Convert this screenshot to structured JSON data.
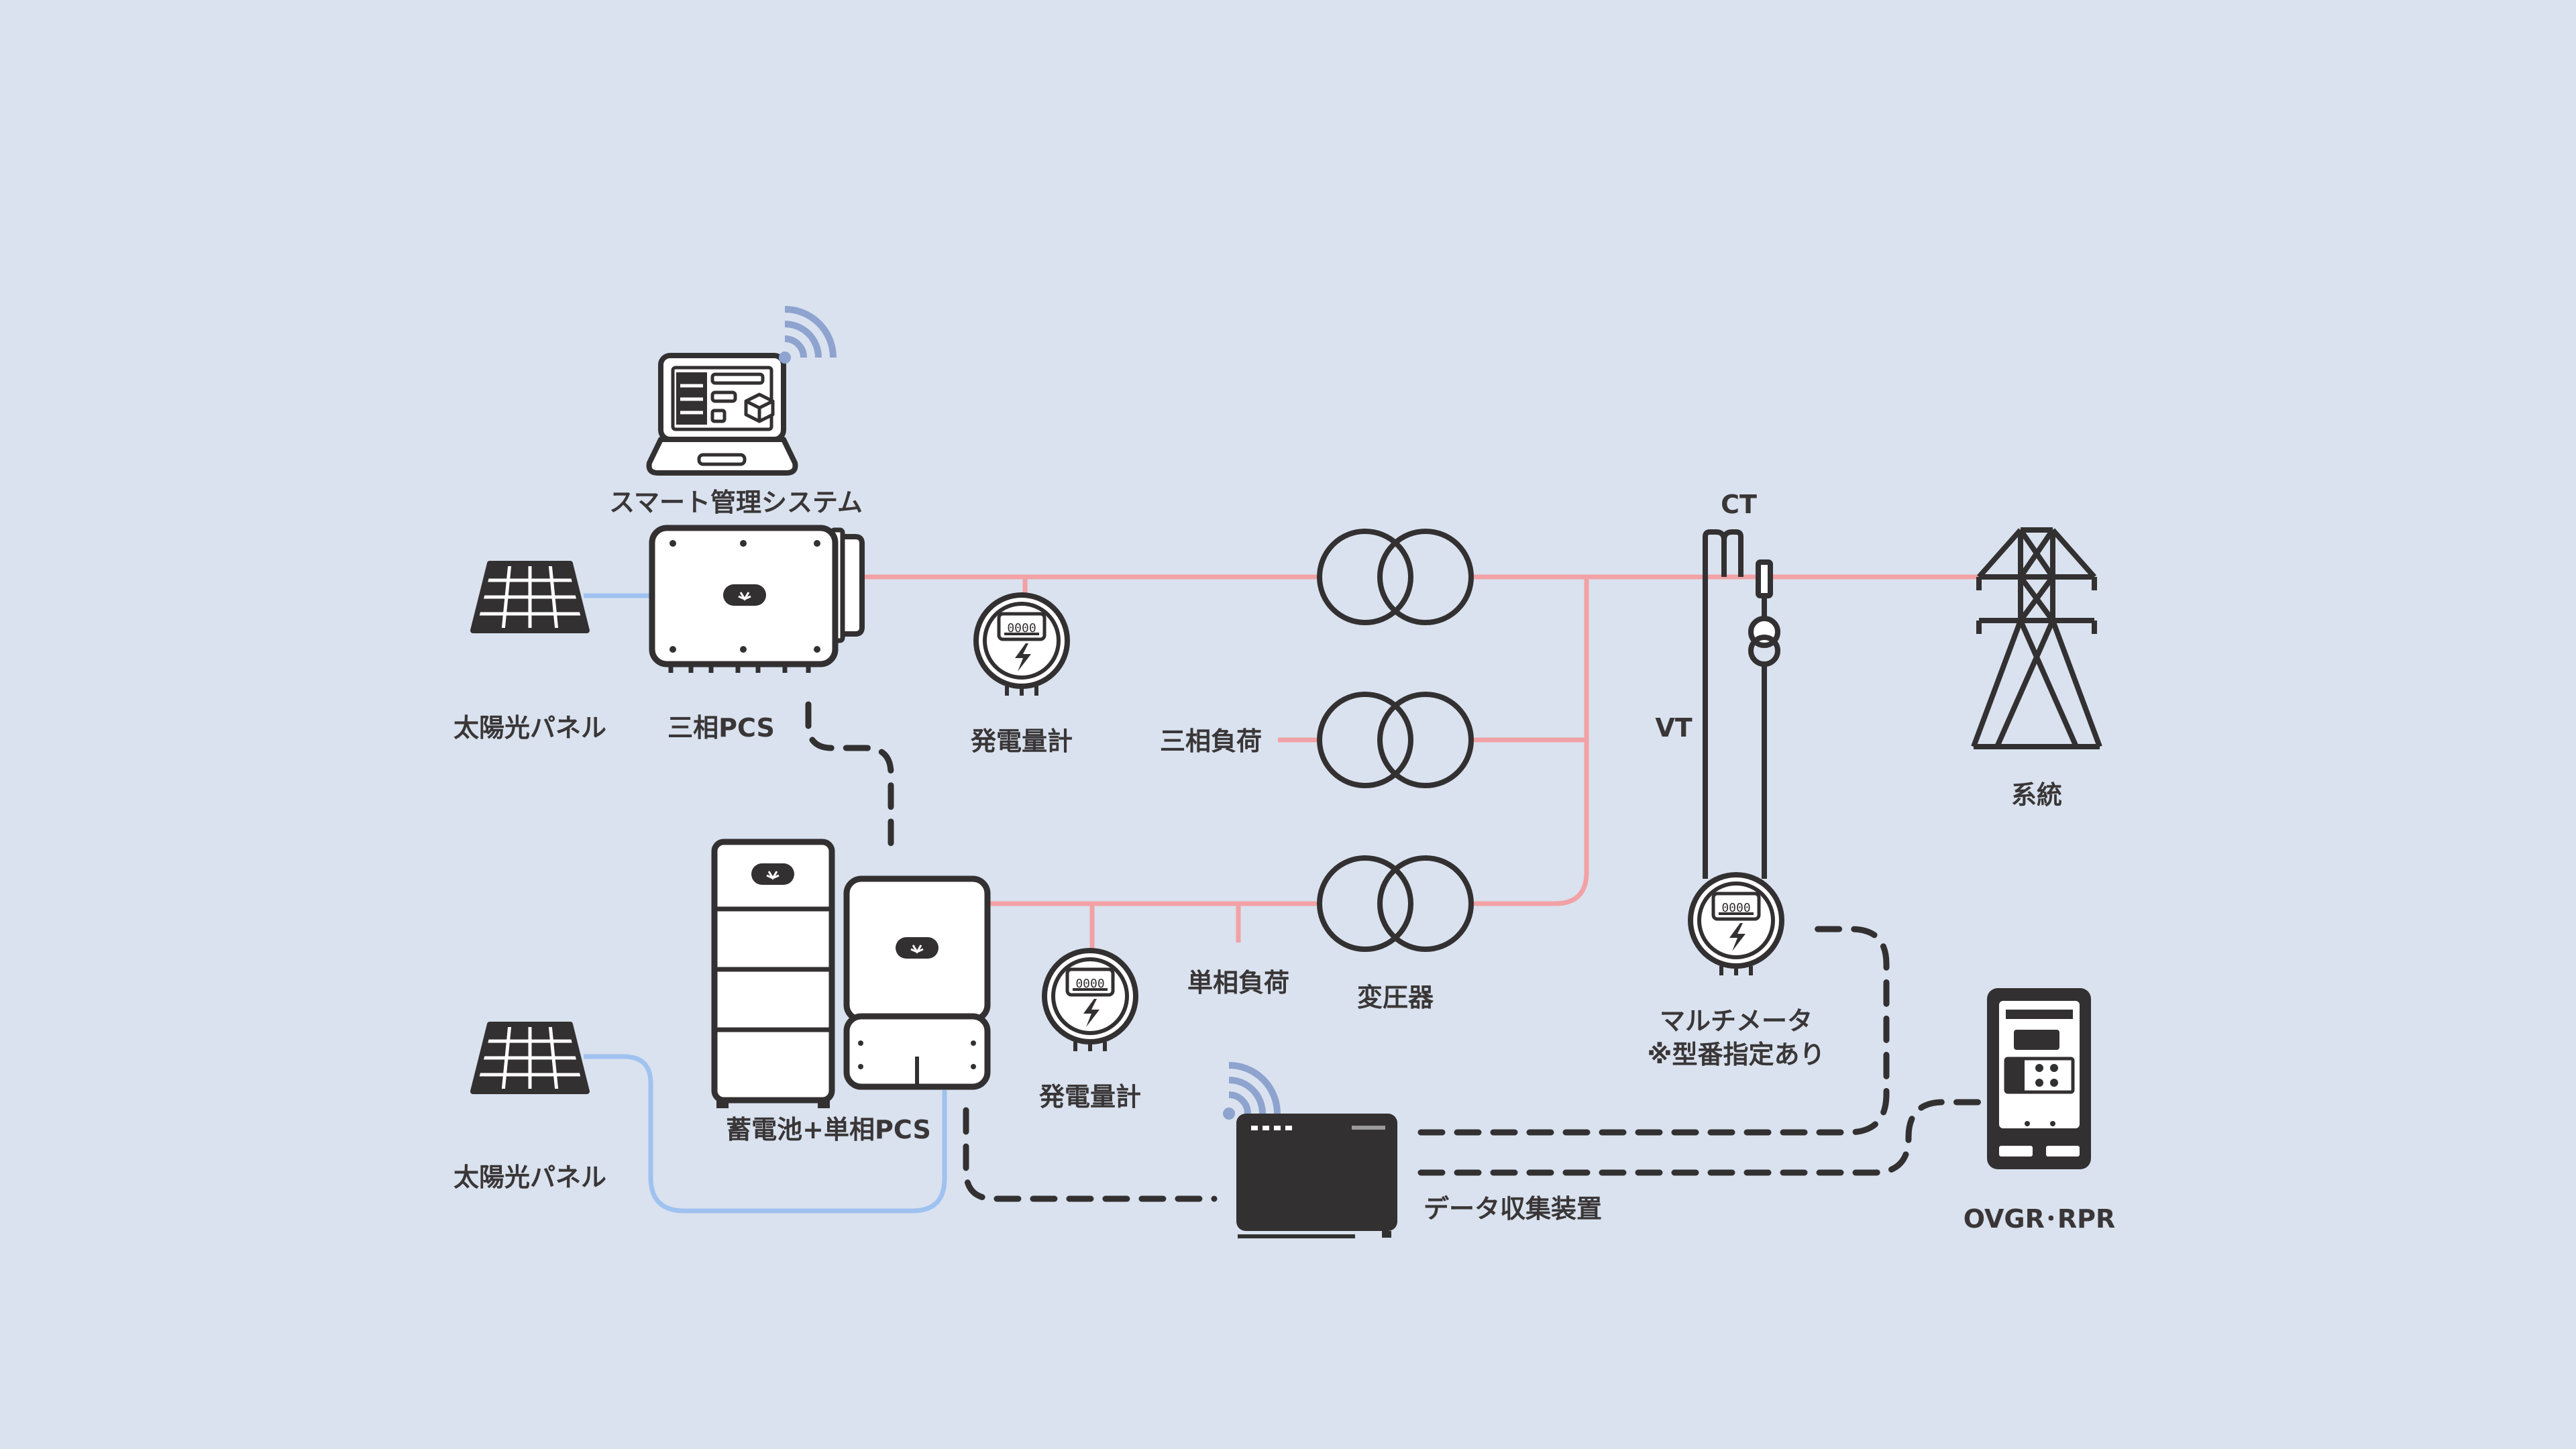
{
  "labels": {
    "smart_system": "スマート管理システム",
    "solar_panel_top": "太陽光パネル",
    "three_phase_pcs": "三相PCS",
    "gen_meter_top": "発電量計",
    "three_phase_load": "三相負荷",
    "ct": "CT",
    "vt": "VT",
    "grid": "系統",
    "battery_pcs": "蓄電池+単相PCS",
    "single_phase_load": "単相負荷",
    "transformer": "変圧器",
    "multimeter_line1": "マルチメータ",
    "multimeter_line2": "※型番指定あり",
    "solar_panel_bottom": "太陽光パネル",
    "gen_meter_bottom": "発電量計",
    "data_collector": "データ収集装置",
    "ovgr_rpr": "OVGR･RPR"
  },
  "meter_display": "0000",
  "colors": {
    "background": "#d9e2ee",
    "power_line": "#f2a1a5",
    "dc_line": "#9fc2f0",
    "data_line": "#333031",
    "device_outline": "#333031",
    "wifi": "#8fa3cf",
    "label": "#3a3637"
  }
}
